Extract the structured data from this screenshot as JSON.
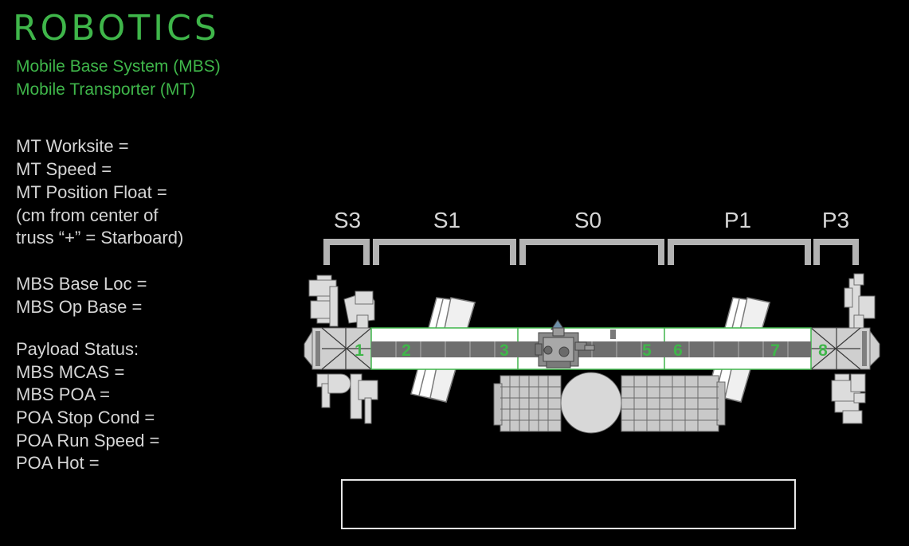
{
  "colors": {
    "accent": "#3fb64a",
    "text": "#d6d6d6",
    "background": "#000000"
  },
  "header": {
    "title": "ROBOTICS",
    "subtitles": [
      "Mobile Base System (MBS)",
      "Mobile Transporter (MT)"
    ]
  },
  "mt_readouts": [
    "MT  Worksite =",
    "MT Speed =",
    "MT Position Float =",
    "(cm from center of",
    "truss “+” = Starboard)"
  ],
  "mbs_readouts": [
    "MBS  Base Loc =",
    "MBS Op Base ="
  ],
  "payload_readouts": [
    "Payload Status:",
    "MBS MCAS =",
    "MBS POA =",
    "POA Stop Cond =",
    "POA Run Speed =",
    "POA Hot ="
  ],
  "truss_segments": [
    "S3",
    "S1",
    "S0",
    "P1",
    "P3"
  ],
  "worksites": [
    "1",
    "2",
    "3",
    "5",
    "6",
    "7",
    "8"
  ],
  "status_message": ""
}
